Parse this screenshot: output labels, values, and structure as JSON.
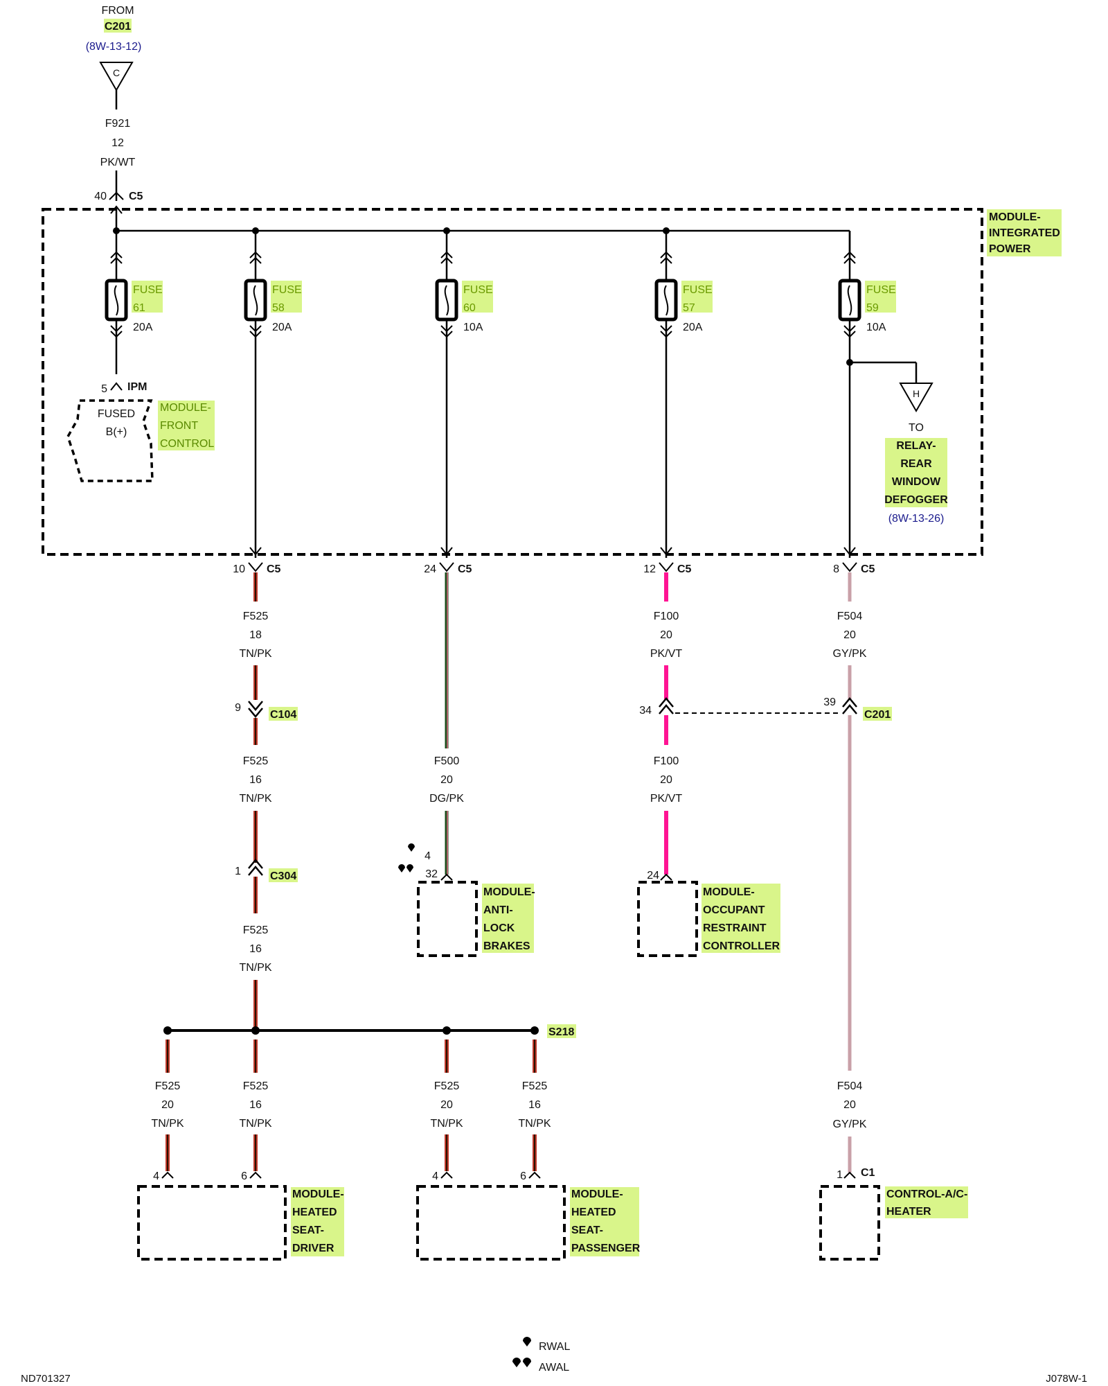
{
  "source": {
    "from": "FROM",
    "connector": "C201",
    "ref": "(8W-13-12)",
    "letter": "C",
    "wire": {
      "circuit": "F921",
      "gauge": "12",
      "color": "PK/WT"
    },
    "pin": "40",
    "pin_connector": "C5"
  },
  "module_ipm": {
    "line1": "MODULE-",
    "line2": "INTEGRATED",
    "line3": "POWER"
  },
  "fuses": [
    {
      "word": "FUSE",
      "number": "61",
      "rating": "20A"
    },
    {
      "word": "FUSE",
      "number": "58",
      "rating": "20A"
    },
    {
      "word": "FUSE",
      "number": "60",
      "rating": "10A"
    },
    {
      "word": "FUSE",
      "number": "57",
      "rating": "20A"
    },
    {
      "word": "FUSE",
      "number": "59",
      "rating": "10A"
    }
  ],
  "front_control": {
    "pin": "5",
    "connector": "IPM",
    "fused_line1": "FUSED",
    "fused_line2": "B(+)",
    "line1": "MODULE-",
    "line2": "FRONT",
    "line3": "CONTROL"
  },
  "defogger": {
    "letter": "H",
    "to": "TO",
    "line1": "RELAY-",
    "line2": "REAR",
    "line3": "WINDOW",
    "line4": "DEFOGGER",
    "ref": "(8W-13-26)"
  },
  "c5_outputs": [
    {
      "pin": "10",
      "connector": "C5",
      "circuit": "F525",
      "gauge": "18",
      "color": "TN/PK"
    },
    {
      "pin": "24",
      "connector": "C5",
      "circuit": "F500",
      "gauge": "20",
      "color": "DG/PK"
    },
    {
      "pin": "12",
      "connector": "C5",
      "circuit": "F100",
      "gauge": "20",
      "color": "PK/VT"
    },
    {
      "pin": "8",
      "connector": "C5",
      "circuit": "F504",
      "gauge": "20",
      "color": "GY/PK"
    }
  ],
  "c104": {
    "pin": "9",
    "connector": "C104"
  },
  "wire_f525_b": {
    "circuit": "F525",
    "gauge": "16",
    "color": "TN/PK"
  },
  "c304": {
    "pin": "1",
    "connector": "C304"
  },
  "wire_f525_c": {
    "circuit": "F525",
    "gauge": "16",
    "color": "TN/PK"
  },
  "wire_f500_b": {
    "circuit": "F500",
    "gauge": "20",
    "color": "DG/PK"
  },
  "abs": {
    "pin_rwal": "4",
    "pin_awal": "32",
    "line1": "MODULE-",
    "line2": "ANTI-",
    "line3": "LOCK",
    "line4": "BRAKES"
  },
  "c201_mid": {
    "pin_left": "34",
    "pin_right": "39",
    "connector": "C201"
  },
  "wire_f100_b": {
    "circuit": "F100",
    "gauge": "20",
    "color": "PK/VT"
  },
  "orc": {
    "pin": "24",
    "line1": "MODULE-",
    "line2": "OCCUPANT",
    "line3": "RESTRAINT",
    "line4": "CONTROLLER"
  },
  "splice": {
    "name": "S218"
  },
  "seat_wires": [
    {
      "circuit": "F525",
      "gauge": "20",
      "color": "TN/PK",
      "pin": "4"
    },
    {
      "circuit": "F525",
      "gauge": "16",
      "color": "TN/PK",
      "pin": "6"
    },
    {
      "circuit": "F525",
      "gauge": "20",
      "color": "TN/PK",
      "pin": "4"
    },
    {
      "circuit": "F525",
      "gauge": "16",
      "color": "TN/PK",
      "pin": "6"
    }
  ],
  "seat_driver": {
    "line1": "MODULE-",
    "line2": "HEATED",
    "line3": "SEAT-",
    "line4": "DRIVER"
  },
  "seat_passenger": {
    "line1": "MODULE-",
    "line2": "HEATED",
    "line3": "SEAT-",
    "line4": "PASSENGER"
  },
  "wire_f504_b": {
    "circuit": "F504",
    "gauge": "20",
    "color": "GY/PK",
    "pin": "1",
    "connector": "C1"
  },
  "hvac": {
    "line1": "CONTROL-A/C-",
    "line2": "HEATER"
  },
  "legend": {
    "rwal": "RWAL",
    "awal": "AWAL"
  },
  "footer": {
    "left_code": "ND701327",
    "right_code": "J078W-1"
  },
  "colors": {
    "tan_pink": "#c0392b",
    "tan_core": "#d08a3a",
    "dark_green_pink": "#1a4d1a",
    "pink_violet": "#ff1493",
    "gray_pink": "#c9a0a8",
    "highlight": "#d9f58a"
  }
}
